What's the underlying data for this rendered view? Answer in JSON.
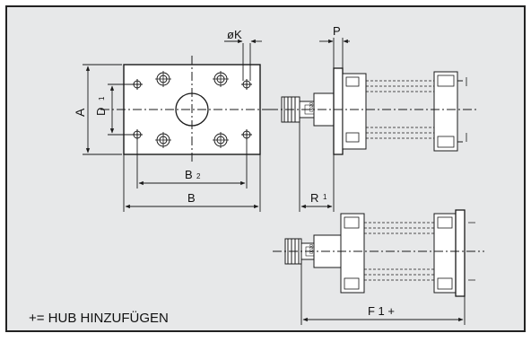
{
  "colors": {
    "panel": "#e7e8e9",
    "border": "#222222",
    "line": "#1a1a1a",
    "fill": "#ffffff",
    "hatch": "#555555"
  },
  "labels": {
    "dia_k": "øK",
    "p": "P",
    "a": "A",
    "d1": "D",
    "d1_sub": "1",
    "b2": "B",
    "b2_sub": "2",
    "b": "B",
    "r1": "R",
    "r1_sub": "1",
    "f1": "F 1 +",
    "rod_tag": "0020"
  },
  "footer": {
    "note": "+= HUB HINZUFÜGEN"
  }
}
